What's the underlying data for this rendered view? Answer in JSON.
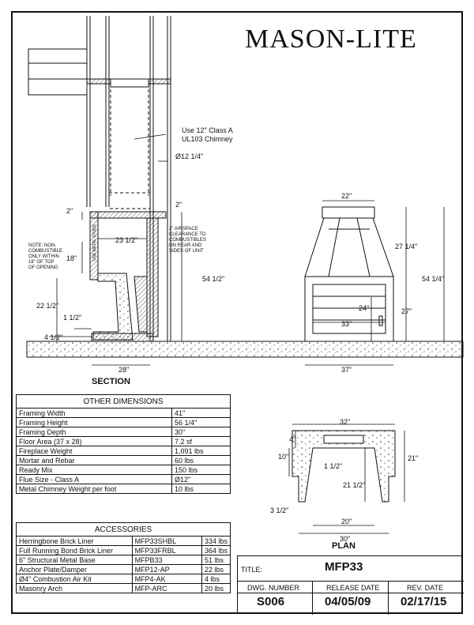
{
  "brand": "MASON-LITE",
  "section": {
    "caption": "SECTION",
    "chimney_note": [
      "Use 12\" Class A",
      "UL103 Chimney"
    ],
    "chimney_dia": "Ø12 1/4\"",
    "dims": {
      "top2a": "2\"",
      "top2b": "2\"",
      "d23": "23 1/2\"",
      "d18": "18\"",
      "d54": "54 1/2\"",
      "d22": "22 1/2\"",
      "d1": "1 1/2\"",
      "d4": "4 1/2\"",
      "d28": "28\""
    },
    "metal_studs": "USE METAL STUDS",
    "airspace_note": [
      "2\" AIRSPACE",
      "CLEARANCE TO",
      "COMBUSTIBLES",
      "ON REAR AND",
      "SIDES OF UNIT"
    ],
    "noncomb_note": [
      "NOTE: NON-",
      "COMBUSTIBLE",
      "ONLY WITHIN",
      "18\" OF TOP",
      "OF OPENING"
    ]
  },
  "front": {
    "d22": "22\"",
    "d27q": "27 1/4\"",
    "d54q": "54 1/4\"",
    "d24": "24\"",
    "d27": "27\"",
    "d33": "33\"",
    "d37": "37\""
  },
  "plan": {
    "caption": "PLAN",
    "d32": "32\"",
    "d4": "4\"",
    "d10": "10\"",
    "d21": "21\"",
    "d1": "1 1/2\"",
    "d21h": "21 1/2\"",
    "d3": "3 1/2\"",
    "d20": "20\"",
    "d30": "30\""
  },
  "other_dimensions": {
    "header": "OTHER DIMENSIONS",
    "rows": [
      {
        "label": "Framing Width",
        "value": "41\""
      },
      {
        "label": "Framing Height",
        "value": "56 1/4\""
      },
      {
        "label": "Framing Depth",
        "value": "30\""
      },
      {
        "label": "Floor Area (37 x 28)",
        "value": "7.2 sf"
      },
      {
        "label": "Fireplace Weight",
        "value": "1,091 lbs"
      },
      {
        "label": "Mortar and Rebar",
        "value": "60 lbs"
      },
      {
        "label": "Ready Mix",
        "value": "150 lbs"
      },
      {
        "label": "Flue Size - Class A",
        "value": "Ø12\""
      },
      {
        "label": "Metal Chimney Weight per foot",
        "value": "10 lbs"
      }
    ]
  },
  "accessories": {
    "header": "ACCESSORIES",
    "rows": [
      {
        "name": "Herringbone Brick Liner",
        "code": "MFP33SHBL",
        "weight": "334 lbs"
      },
      {
        "name": "Full Running Bond Brick Liner",
        "code": "MFP33FRBL",
        "weight": "364 lbs"
      },
      {
        "name": "6\" Structural Metal Base",
        "code": "MFPB33",
        "weight": "51 lbs"
      },
      {
        "name": "Anchor Plate/Damper",
        "code": "MFP12-AP",
        "weight": "22 lbs"
      },
      {
        "name": "Ø4\" Combustion Air Kit",
        "code": "MFP4-AK",
        "weight": "4 lbs"
      },
      {
        "name": "Masonry Arch",
        "code": "MFP-ARC",
        "weight": "20 lbs"
      }
    ]
  },
  "title_block": {
    "title_label": "TITLE:",
    "title": "MFP33",
    "dwg_label": "DWG. NUMBER",
    "dwg": "S006",
    "release_label": "RELEASE DATE",
    "release": "04/05/09",
    "rev_label": "REV. DATE",
    "rev": "02/17/15"
  }
}
